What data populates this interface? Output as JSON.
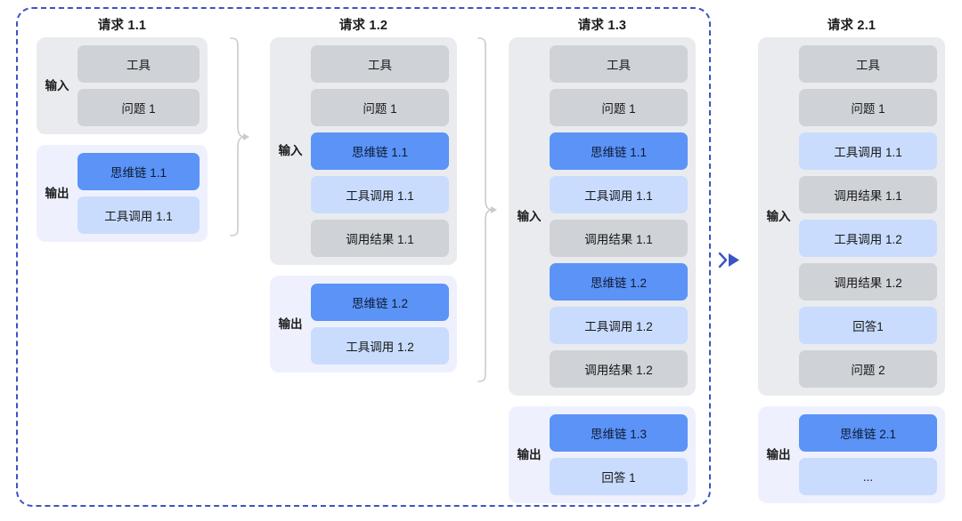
{
  "diagram": {
    "title_text": "",
    "colors": {
      "chip_gray": "#cfd2d6",
      "chip_blue_dark": "#5b93f7",
      "chip_blue_light": "#c9dcfd",
      "group_input_bg": "#e9ebef",
      "group_output_bg": "#eef1fd",
      "boundary_dashed": "#3b54c4",
      "bracket_gray": "#c9cbcf"
    },
    "labels": {
      "input": "输入",
      "output": "输出"
    },
    "columns": [
      {
        "id": "request-1-1",
        "title": "请求 1.1",
        "groups": [
          {
            "kind": "input",
            "label": "输入",
            "items": [
              {
                "text": "工具",
                "style": "gray"
              },
              {
                "text": "问题 1",
                "style": "gray"
              }
            ]
          },
          {
            "kind": "output",
            "label": "输出",
            "items": [
              {
                "text": "思维链 1.1",
                "style": "blue-dark"
              },
              {
                "text": "工具调用 1.1",
                "style": "blue-light"
              }
            ]
          }
        ]
      },
      {
        "id": "request-1-2",
        "title": "请求 1.2",
        "groups": [
          {
            "kind": "input",
            "label": "输入",
            "items": [
              {
                "text": "工具",
                "style": "gray"
              },
              {
                "text": "问题 1",
                "style": "gray"
              },
              {
                "text": "思维链 1.1",
                "style": "blue-dark"
              },
              {
                "text": "工具调用 1.1",
                "style": "blue-light"
              },
              {
                "text": "调用结果 1.1",
                "style": "gray"
              }
            ]
          },
          {
            "kind": "output",
            "label": "输出",
            "items": [
              {
                "text": "思维链 1.2",
                "style": "blue-dark"
              },
              {
                "text": "工具调用 1.2",
                "style": "blue-light"
              }
            ]
          }
        ]
      },
      {
        "id": "request-1-3",
        "title": "请求 1.3",
        "groups": [
          {
            "kind": "input",
            "label": "输入",
            "items": [
              {
                "text": "工具",
                "style": "gray"
              },
              {
                "text": "问题 1",
                "style": "gray"
              },
              {
                "text": "思维链 1.1",
                "style": "blue-dark"
              },
              {
                "text": "工具调用 1.1",
                "style": "blue-light"
              },
              {
                "text": "调用结果 1.1",
                "style": "gray"
              },
              {
                "text": "思维链 1.2",
                "style": "blue-dark"
              },
              {
                "text": "工具调用 1.2",
                "style": "blue-light"
              },
              {
                "text": "调用结果 1.2",
                "style": "gray"
              }
            ]
          },
          {
            "kind": "output",
            "label": "输出",
            "items": [
              {
                "text": "思维链 1.3",
                "style": "blue-dark"
              },
              {
                "text": "回答 1",
                "style": "blue-light"
              }
            ]
          }
        ]
      },
      {
        "id": "request-2-1",
        "title": "请求 2.1",
        "groups": [
          {
            "kind": "input",
            "label": "输入",
            "items": [
              {
                "text": "工具",
                "style": "gray"
              },
              {
                "text": "问题 1",
                "style": "gray"
              },
              {
                "text": "工具调用 1.1",
                "style": "blue-light"
              },
              {
                "text": "调用结果 1.1",
                "style": "gray"
              },
              {
                "text": "工具调用 1.2",
                "style": "blue-light"
              },
              {
                "text": "调用结果 1.2",
                "style": "gray"
              },
              {
                "text": "回答1",
                "style": "blue-light"
              },
              {
                "text": "问题 2",
                "style": "gray"
              }
            ]
          },
          {
            "kind": "output",
            "label": "输出",
            "items": [
              {
                "text": "思维链 2.1",
                "style": "blue-dark"
              },
              {
                "text": "...",
                "style": "blue-light"
              }
            ]
          }
        ]
      }
    ],
    "connectors": [
      {
        "id": "bracket-1-to-2",
        "kind": "curly-bracket-arrow"
      },
      {
        "id": "bracket-2-to-3",
        "kind": "curly-bracket-arrow"
      },
      {
        "id": "session-transition-arrow",
        "kind": "blue-arrow"
      }
    ]
  }
}
